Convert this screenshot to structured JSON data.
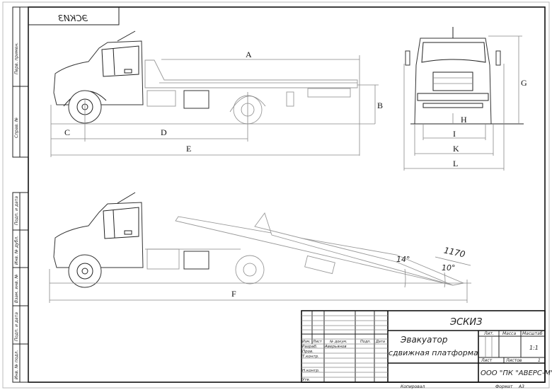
{
  "sheet": {
    "stamp_mirrored": "ЭСКИЗ",
    "left_margin": [
      "Перв. примен.",
      "Справ. №",
      "Подп. и дата",
      "Инв. № дубл.",
      "Взам. инв. №",
      "Подп. и дата",
      "Инв. № подл."
    ]
  },
  "side_view": {
    "dims": {
      "a": "A",
      "b": "B",
      "c": "C",
      "d": "D",
      "e": "E"
    }
  },
  "front_view": {
    "dims": {
      "g": "G",
      "h": "H",
      "i": "I",
      "k": "K",
      "l": "L"
    }
  },
  "loading_view": {
    "dims": {
      "f": "F",
      "angle1": "14°",
      "angle2": "10°",
      "length": "1170"
    }
  },
  "title_block": {
    "doc_type": "ЭСКИЗ",
    "title_line1": "Эвакуатор",
    "title_line2": "сдвижная платформа",
    "headers": {
      "izm": "Изм.",
      "list": "Лист",
      "doc_no": "№ докум.",
      "sign": "Подп.",
      "date": "Дата"
    },
    "roles": {
      "razrab": "Разраб.",
      "prov": "Пров.",
      "tkontr": "Т.контр.",
      "nkontr": "Н.контр.",
      "utv": "Утв."
    },
    "developer": "Аверьянов",
    "lit_label": "Лит.",
    "mass_label": "Масса",
    "scale_label": "Масштаб",
    "scale_value": "1:1",
    "sheet_label": "Лист",
    "sheets_label": "Листов",
    "sheets_value": "1",
    "company": "ООО \"ПК \"АВЕРС-М\"",
    "copied": "Копировал",
    "format_label": "Формат",
    "format_value": "А3"
  }
}
